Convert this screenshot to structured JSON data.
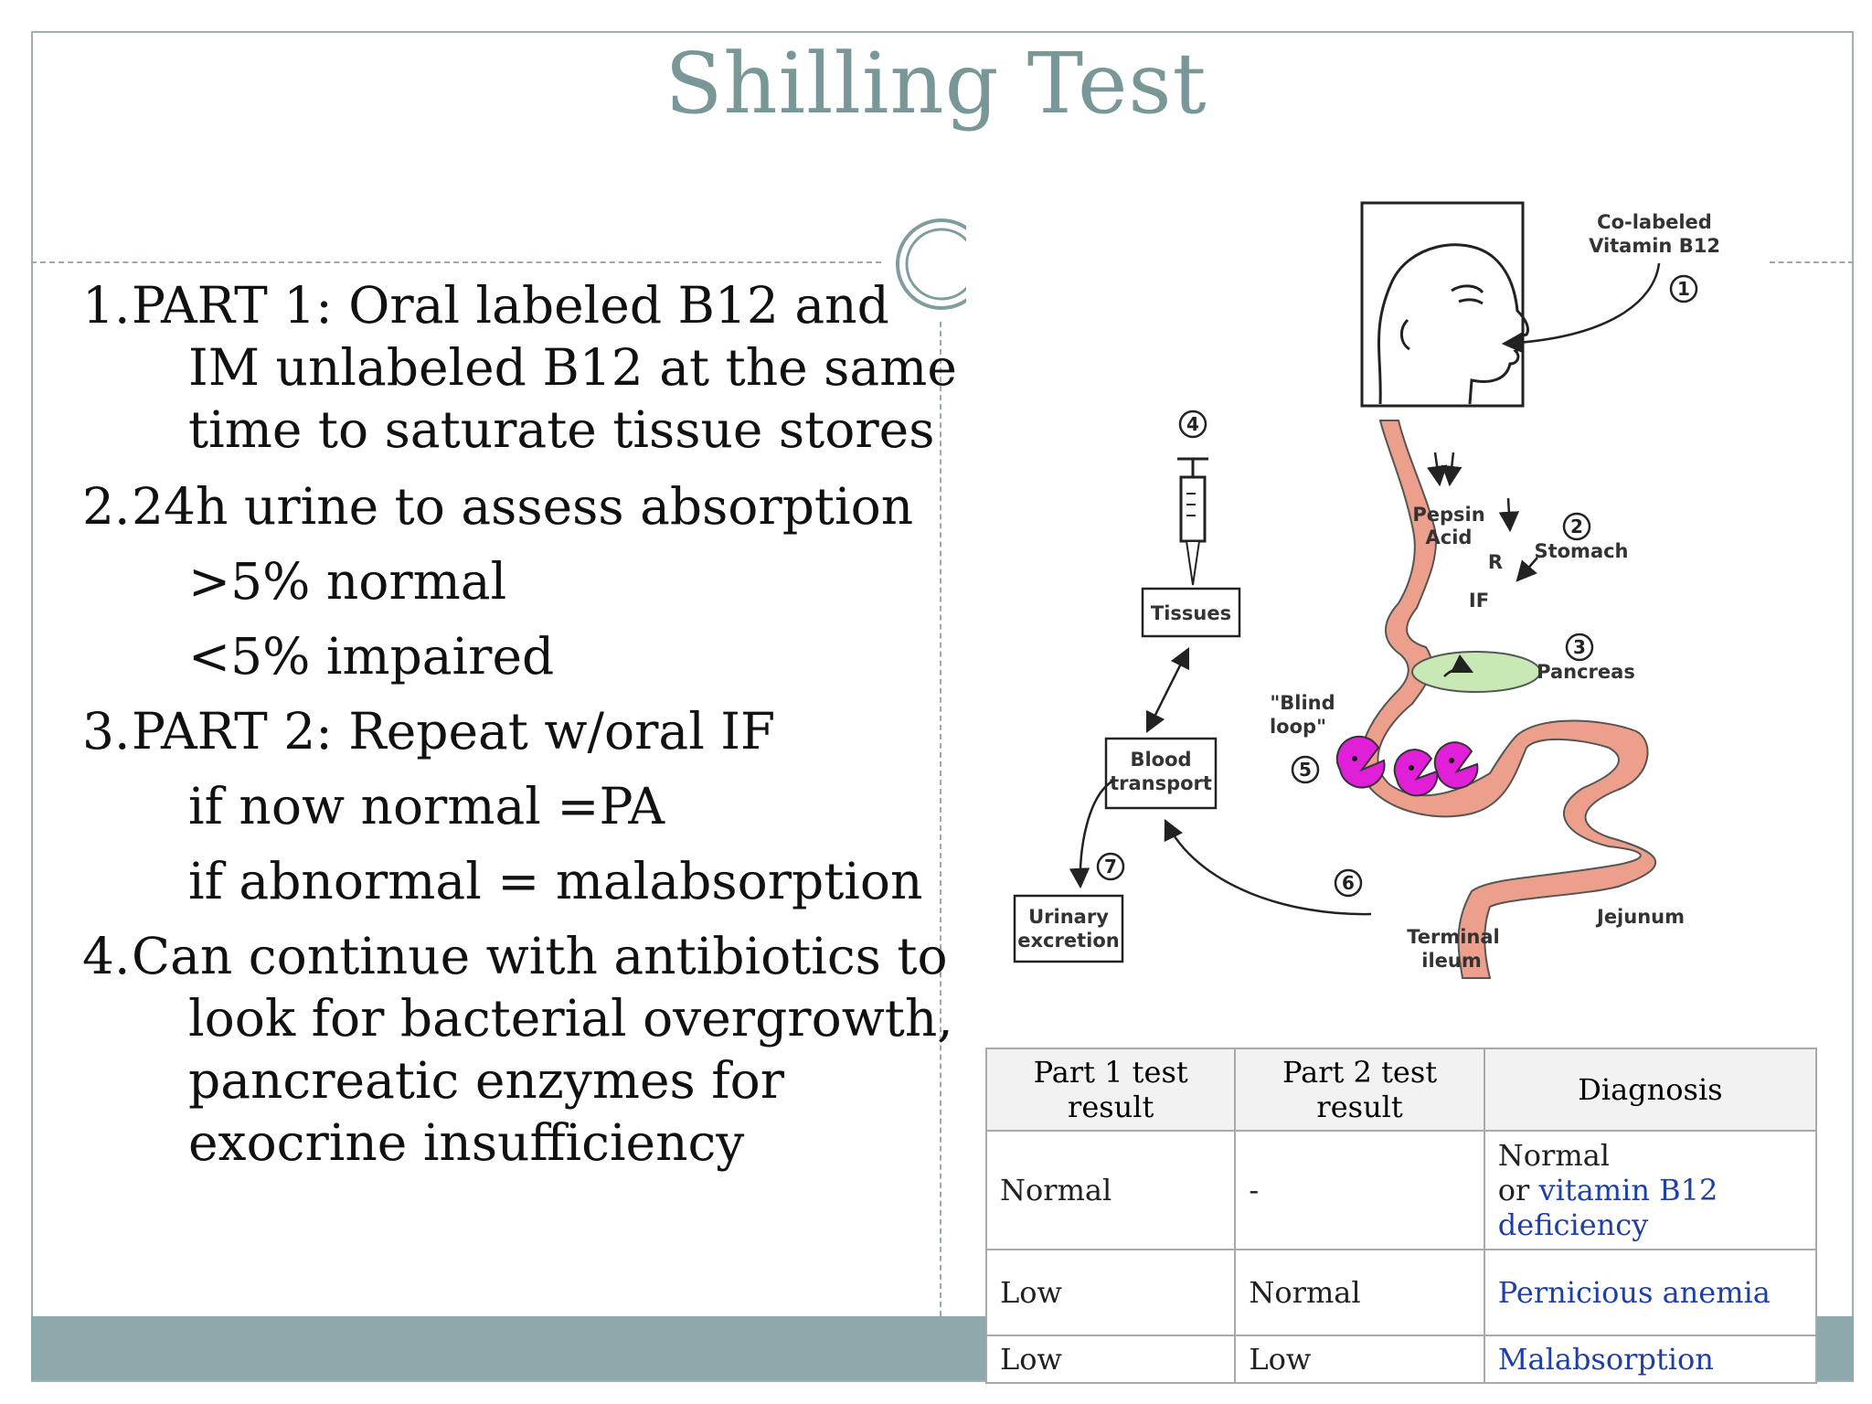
{
  "slide": {
    "title": "Shilling Test",
    "points": [
      {
        "number": "1.",
        "lines": [
          "PART 1: Oral labeled B12 and",
          "IM unlabeled B12 at the same",
          "time to saturate tissue stores"
        ]
      },
      {
        "number": "2.",
        "lines": [
          "24h urine to assess absorption"
        ]
      },
      {
        "sub": ">5% normal"
      },
      {
        "sub": "<5% impaired"
      },
      {
        "number": "3.",
        "lines": [
          "PART 2: Repeat w/oral IF"
        ]
      },
      {
        "sub": "if now normal =PA"
      },
      {
        "sub": "if abnormal = malabsorption"
      },
      {
        "number": "4.",
        "lines": [
          "Can continue with antibiotics to",
          "look for bacterial overgrowth,",
          "pancreatic enzymes for",
          "exocrine insufficiency"
        ]
      }
    ]
  },
  "diagram": {
    "labels": {
      "vitamin": [
        "Co-labeled",
        "Vitamin B12"
      ],
      "stomach": "Stomach",
      "pepsin": [
        "Pepsin",
        "Acid"
      ],
      "r": "R",
      "if": "IF",
      "pancreas": "Pancreas",
      "blind_loop": [
        "\"Blind",
        "loop\""
      ],
      "tissues": "Tissues",
      "blood": [
        "Blood",
        "transport"
      ],
      "urinary": [
        "Urinary",
        "excretion"
      ],
      "terminal": [
        "Terminal",
        "ileum"
      ],
      "jejunum": "Jejunum"
    },
    "steps": [
      "1",
      "2",
      "3",
      "4",
      "5",
      "6",
      "7"
    ]
  },
  "table": {
    "headers": [
      "Part 1 test result",
      "Part 2 test result",
      "Diagnosis"
    ],
    "rows": [
      {
        "part1": "Normal",
        "part2": "-",
        "diag_plain": "Normal",
        "diag_or": "or ",
        "diag_link": "vitamin B12 deficiency"
      },
      {
        "part1": "Low",
        "part2": "Normal",
        "diag_link": "Pernicious anemia"
      },
      {
        "part1": "Low",
        "part2": "Low",
        "diag_link": "Malabsorption"
      }
    ]
  }
}
